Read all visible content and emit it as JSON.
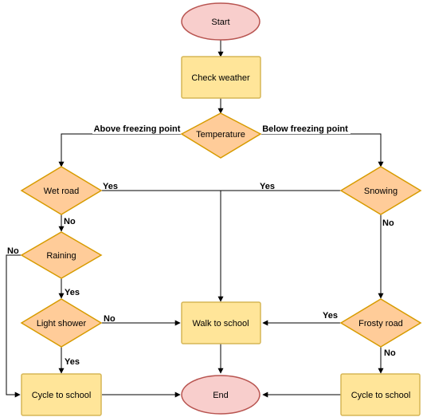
{
  "colors": {
    "terminal_fill": "#f8cecc",
    "terminal_stroke": "#b85450",
    "process_fill": "#ffe599",
    "process_stroke": "#d6b656",
    "decision_fill": "#ffcc99",
    "decision_stroke": "#d79b00",
    "edge": "#000000"
  },
  "nodes": {
    "start": "Start",
    "check_weather": "Check weather",
    "temperature": "Temperature",
    "wet_road": "Wet road",
    "snowing": "Snowing",
    "raining": "Raining",
    "light_shower": "Light shower",
    "walk_to_school": "Walk to school",
    "frosty_road": "Frosty road",
    "cycle_left": "Cycle to school",
    "end": "End",
    "cycle_right": "Cycle to school"
  },
  "edge_labels": {
    "above_freezing": "Above freezing point",
    "below_freezing": "Below freezing point",
    "wet_yes": "Yes",
    "wet_no": "No",
    "snow_yes": "Yes",
    "snow_no": "No",
    "rain_no": "No",
    "rain_yes": "Yes",
    "shower_no": "No",
    "shower_yes": "Yes",
    "frost_yes": "Yes",
    "frost_no": "No"
  }
}
